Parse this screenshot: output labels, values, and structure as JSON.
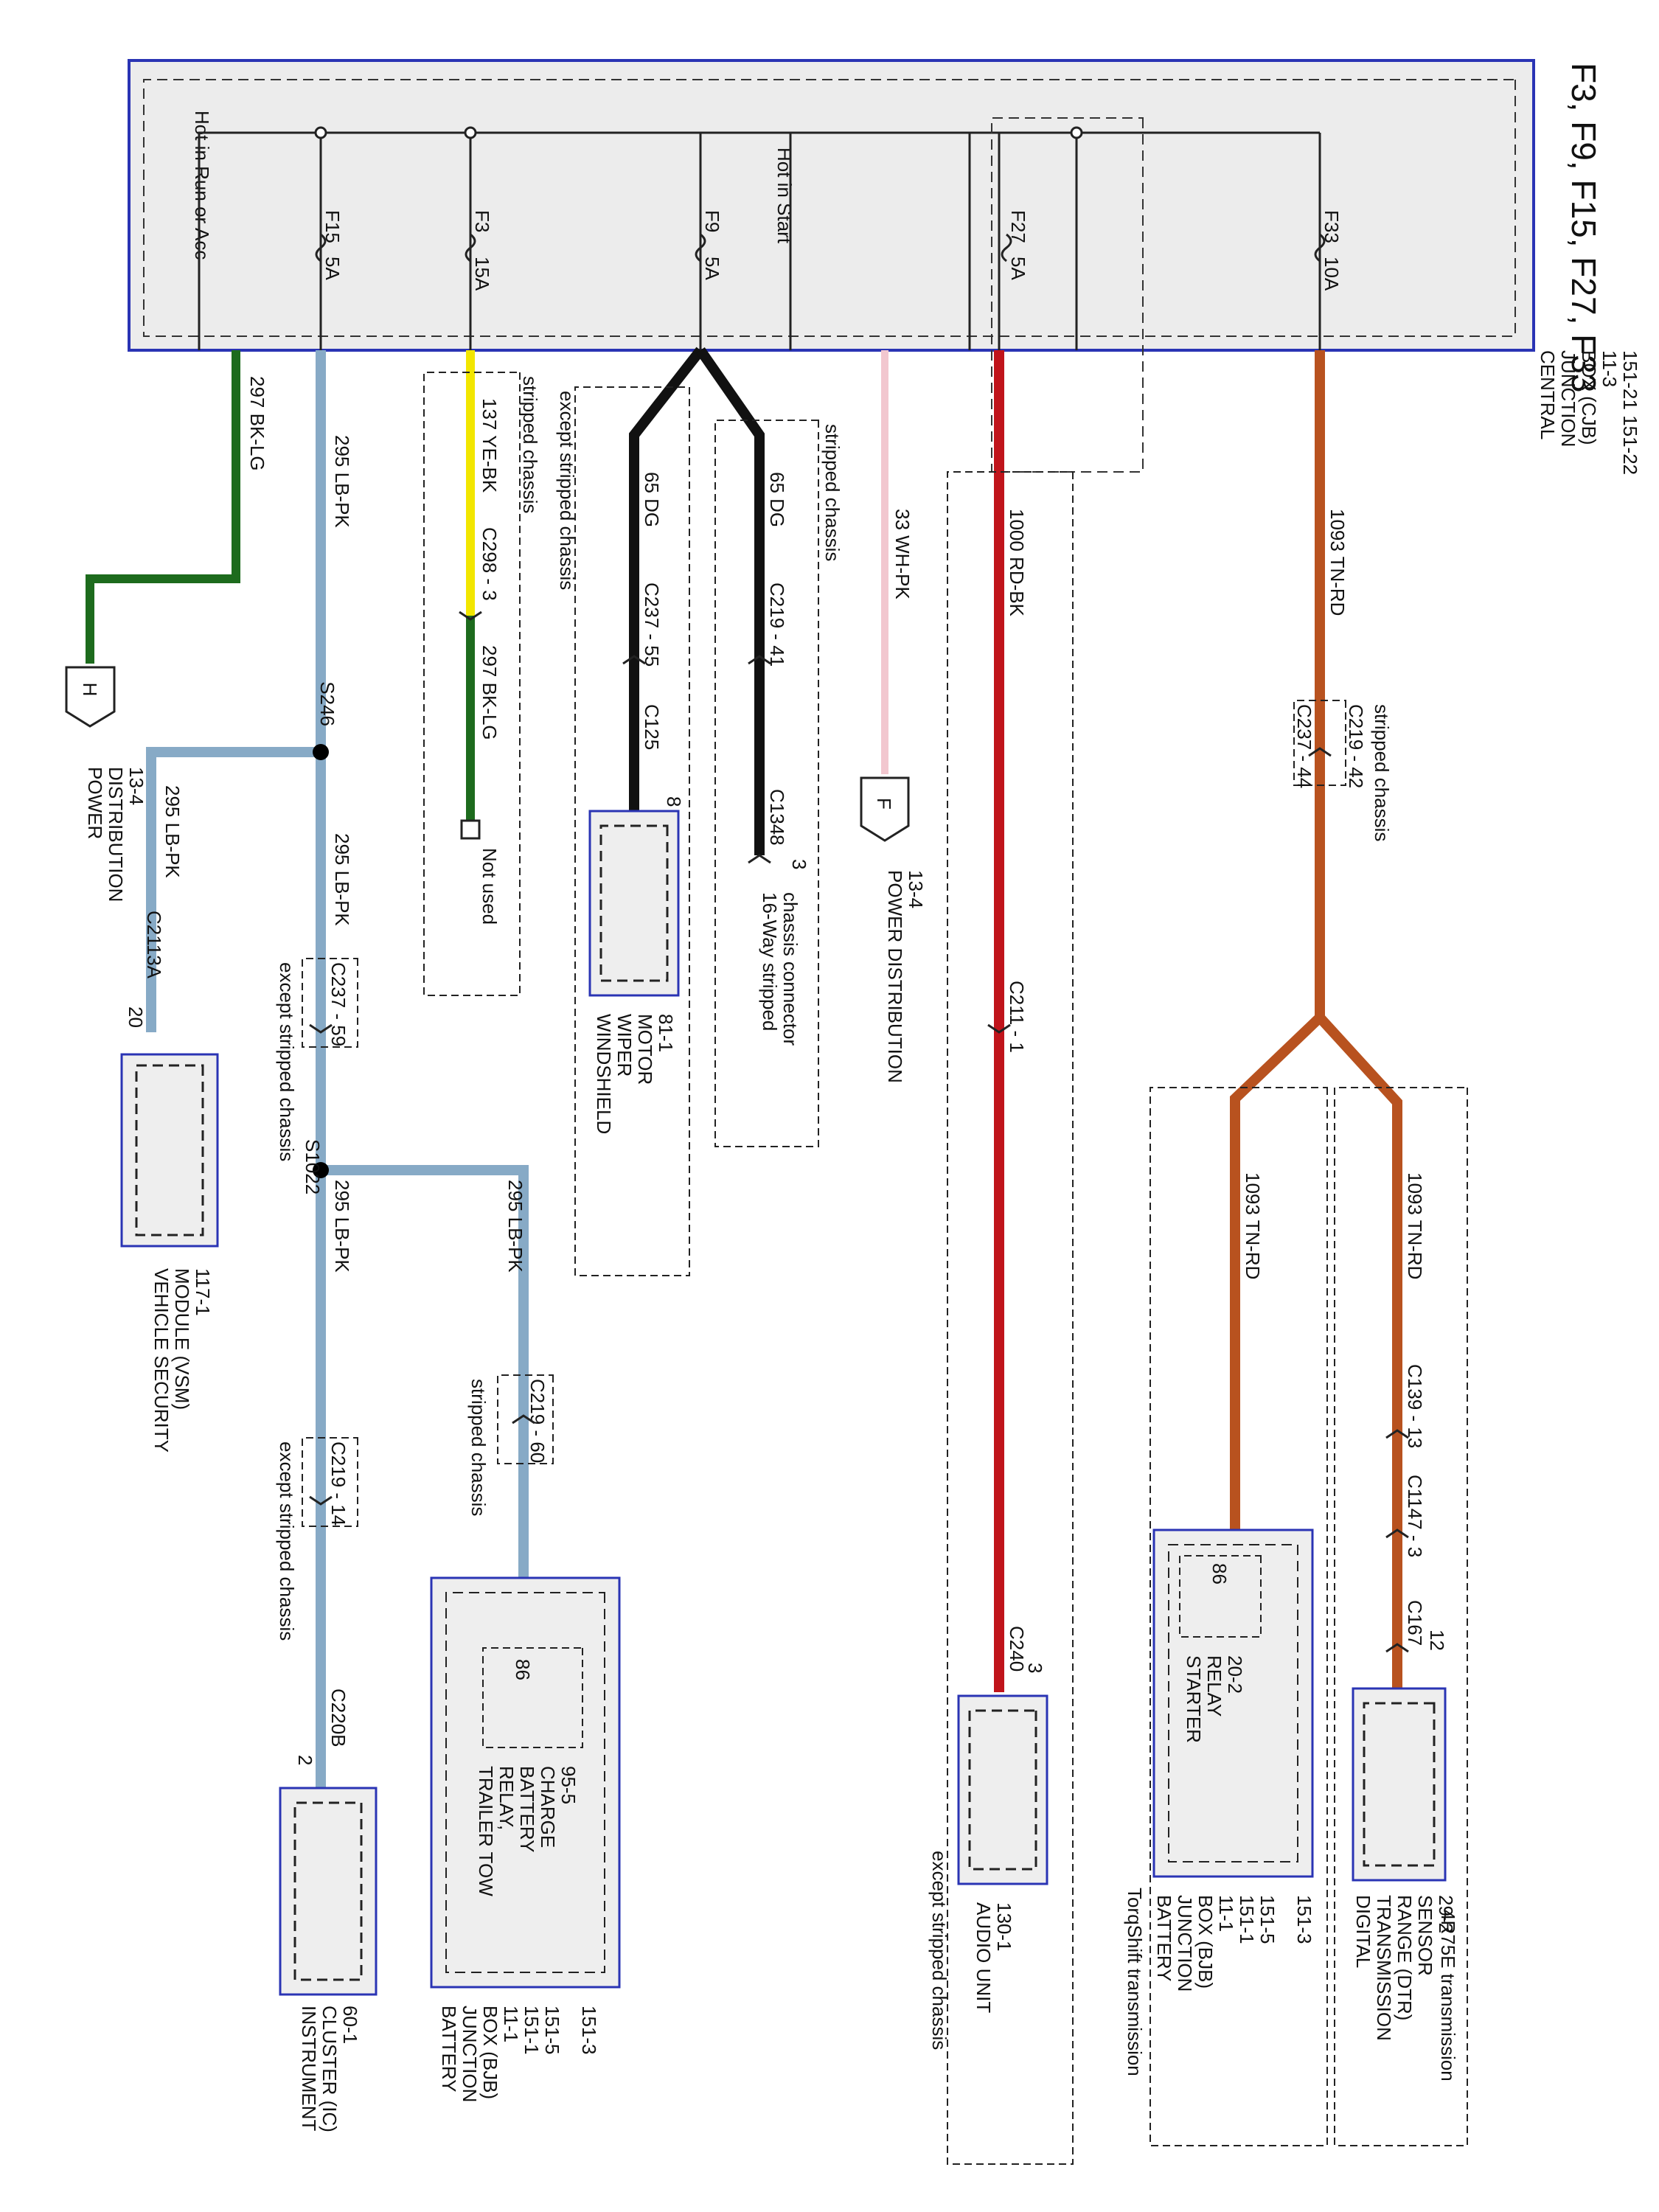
{
  "title": "F3, F9, F15, F27, F33",
  "cjb": {
    "lines": [
      "CENTRAL",
      "JUNCTION",
      "BOX (CJB)",
      "11-3",
      "151-21  151-22"
    ],
    "hot_run_acc": "Hot in Run or Acc",
    "hot_start": "Hot in Start"
  },
  "fuses": {
    "f15": {
      "id": "F15",
      "rating": "5A"
    },
    "f3": {
      "id": "F3",
      "rating": "15A"
    },
    "f9": {
      "id": "F9",
      "rating": "5A"
    },
    "f27": {
      "id": "F27",
      "rating": "5A"
    },
    "f33": {
      "id": "F33",
      "rating": "10A"
    }
  },
  "wires": {
    "w297_top": "297   BK-LG",
    "w295_main": "295   LB-PK",
    "w295_vsm": "295   LB-PK",
    "w295_mid": "295   LB-PK",
    "w295_ic": "295   LB-PK",
    "w295_tt": "295   LB-PK",
    "w137": "137   YE-BK",
    "w297_lower": "297   BK-LG",
    "w65_a": "65   DG",
    "w65_b": "65   DG",
    "w33": "33   WH-PK",
    "w1000": "1000   RD-BK",
    "w1093_main": "1093   TN-RD",
    "w1093_a": "1093   TN-RD",
    "w1093_b": "1093   TN-RD"
  },
  "connectors": {
    "c2113a": "C2113A",
    "c2113a_pin": "20",
    "c237_59": "C237 - 59",
    "c219_14": "C219 - 14",
    "c220b": "C220B",
    "c220b_pin": "2",
    "c298_3": "C298 - 3",
    "c237_55": "C237 - 55",
    "c125": "C125",
    "c125_pin": "8",
    "c219_41": "C219 - 41",
    "c1348": "C1348",
    "c1348_pin": "3",
    "c211_1": "C211 - 1",
    "c240": "C240",
    "c240_pin": "3",
    "c219_42": "C219 - 42",
    "c237_44": "C237 - 44",
    "c139_13": "C139 - 13",
    "c1147_3": "C1147 - 3",
    "c167": "C167",
    "c167_pin": "12",
    "c219_60": "C219 - 60",
    "pin86_tt": "86",
    "pin86_sr": "86"
  },
  "splices": {
    "s246": "S246",
    "s1022": "S1022"
  },
  "notes": {
    "except_a": "except stripped chassis",
    "except_b": "except stripped chassis",
    "except_c": "except stripped chassis",
    "except_d": "except stripped chassis",
    "stripped_a": "stripped chassis",
    "stripped_b": "stripped chassis",
    "stripped_c": "stripped chassis",
    "stripped_d": "stripped chassis",
    "not_used": "Not used",
    "conn16": [
      "16-Way stripped",
      "chassis connector"
    ],
    "torqshift": "TorqShift transmission",
    "t4r75e": "4R75E transmission"
  },
  "offpage": {
    "h": {
      "letter": "H",
      "lines": [
        "POWER",
        "DISTRIBUTION",
        "13-4"
      ]
    },
    "f": {
      "letter": "F",
      "lines": [
        "POWER DISTRIBUTION",
        "13-4"
      ]
    }
  },
  "components": {
    "vsm": [
      "VEHICLE SECURITY",
      "MODULE (VSM)",
      "117-1"
    ],
    "ic": [
      "INSTRUMENT",
      "CLUSTER (IC)",
      "60-1"
    ],
    "ttr": [
      "TRAILER TOW",
      "RELAY,",
      "BATTERY",
      "CHARGE",
      "95-5"
    ],
    "bjb1": [
      "BATTERY",
      "JUNCTION",
      "BOX (BJB)",
      "11-1"
    ],
    "bjb1_pins": [
      "151-1",
      "151-3",
      "151-5"
    ],
    "wiper": [
      "WINDSHIELD",
      "WIPER",
      "MOTOR",
      "81-1"
    ],
    "audio": [
      "AUDIO UNIT",
      "130-1"
    ],
    "sr": [
      "STARTER",
      "RELAY",
      "20-2"
    ],
    "bjb2": [
      "BATTERY",
      "JUNCTION",
      "BOX (BJB)",
      "11-1"
    ],
    "bjb2_pins": [
      "151-1",
      "151-3",
      "151-5"
    ],
    "dtr": [
      "DIGITAL",
      "TRANSMISSION",
      "RANGE (DTR)",
      "SENSOR",
      "29-2"
    ]
  },
  "colors": {
    "lb_pk": "#87aac6",
    "ye_bk": "#f2e600",
    "bk_lg": "#1d6b1d",
    "dg": "#111111",
    "wh_pk": "#f2c7cf",
    "rd_bk": "#c0141b",
    "tn_rd": "#b8521f",
    "blue": "#2a34b4",
    "fill": "#eeeeee"
  }
}
